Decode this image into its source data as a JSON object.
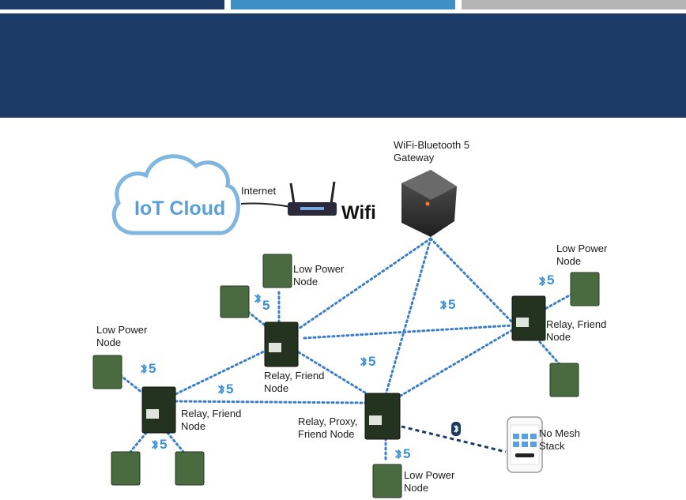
{
  "header": {
    "bar_colors": [
      "#1c3a66",
      "#3d8fc6",
      "#b5b5b5"
    ],
    "banner_color": "#1c3a66"
  },
  "cloud": {
    "label": "IoT Cloud"
  },
  "internet": {
    "label": "Internet"
  },
  "wifi": {
    "label": "Wifi"
  },
  "gateway": {
    "label": "WiFi-Bluetooth 5\nGateway"
  },
  "nodes": {
    "low_power_top": "Low Power\nNode",
    "low_power_right": "Low Power\nNode",
    "low_power_left": "Low Power\nNode",
    "low_power_bottom": "Low Power\nNode",
    "relay_center": "Relay, Friend\nNode",
    "relay_right": "Relay, Friend\nNode",
    "relay_left": "Relay, Friend\nNode",
    "relay_proxy": "Relay, Proxy,\nFriend Node",
    "phone": "No Mesh\nStack"
  },
  "bt5_label": "5",
  "colors": {
    "mesh_link": "#3c7fc7",
    "proxy_link": "#1c3a66",
    "bluetooth": "#3a8fd6",
    "cloud": "#7fb7e0"
  }
}
